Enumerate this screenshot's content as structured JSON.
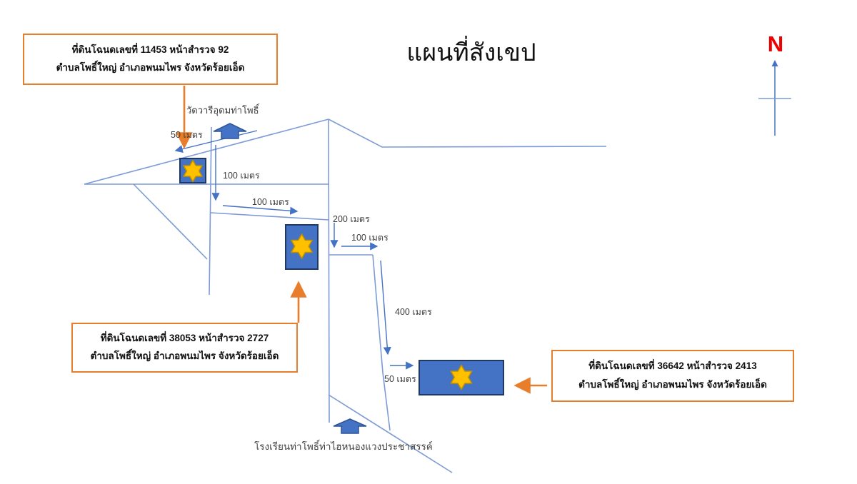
{
  "title": "แผนที่สังเขป",
  "compass": {
    "label": "N",
    "color": "#f00000"
  },
  "landmarks": {
    "temple": "วัดวารีอุดมท่าโพธิ์",
    "school": "โรงเรียนท่าโพธิ์ท่าไฮหนองแวงประชาสรรค์"
  },
  "parcels": [
    {
      "line1": "ที่ดินโฉนดเลขที่ 11453 หน้าสำรวจ 92",
      "line2": "ตำบลโพธิ์ใหญ่ อำเภอพนมไพร จังหวัดร้อยเอ็ด"
    },
    {
      "line1": "ที่ดินโฉนดเลขที่ 38053 หน้าสำรวจ 2727",
      "line2": "ตำบลโพธิ์ใหญ่ อำเภอพนมไพร จังหวัดร้อยเอ็ด"
    },
    {
      "line1": "ที่ดินโฉนดเลขที่ 36642 หน้าสำรวจ 2413",
      "line2": "ตำบลโพธิ์ใหญ่ อำเภอพนมไพร จังหวัดร้อยเอ็ด"
    }
  ],
  "distances": [
    {
      "text": "50 เมตร"
    },
    {
      "text": "100 เมตร"
    },
    {
      "text": "100 เมตร"
    },
    {
      "text": "200 เมตร"
    },
    {
      "text": "100 เมตร"
    },
    {
      "text": "400 เมตร"
    },
    {
      "text": "50 เมตร"
    }
  ],
  "colors": {
    "accent_orange": "#e87d2b",
    "road_blue": "#7d9bd6",
    "measure_blue": "#4472c4",
    "shape_blue": "#4472c4",
    "shape_border": "#2e5395",
    "plot_border": "#1f3864",
    "star_yellow": "#ffc000",
    "star_border": "#bf8f00",
    "north_red": "#f00000"
  }
}
